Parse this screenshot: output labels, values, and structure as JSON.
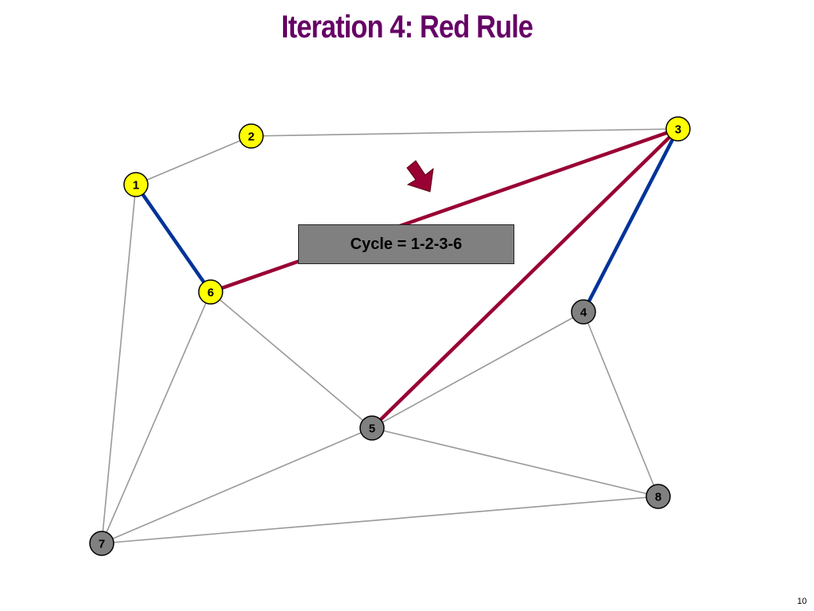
{
  "slide": {
    "title": "Iteration 4:  Red Rule",
    "cycle_label": "Cycle = 1-2-3-6",
    "page_number": "10"
  },
  "colors": {
    "title": "#660066",
    "red_edge": "#990033",
    "blue_edge": "#003399",
    "gray_edge": "#999999",
    "yellow_node": "#ffff00",
    "gray_node": "#808080",
    "arrow": "#990033"
  },
  "graph": {
    "nodes": [
      {
        "id": "1",
        "label": "1",
        "color": "yellow"
      },
      {
        "id": "2",
        "label": "2",
        "color": "yellow"
      },
      {
        "id": "3",
        "label": "3",
        "color": "yellow"
      },
      {
        "id": "4",
        "label": "4",
        "color": "gray"
      },
      {
        "id": "5",
        "label": "5",
        "color": "gray"
      },
      {
        "id": "6",
        "label": "6",
        "color": "yellow"
      },
      {
        "id": "7",
        "label": "7",
        "color": "gray"
      },
      {
        "id": "8",
        "label": "8",
        "color": "gray"
      }
    ],
    "edges": [
      {
        "from": "1",
        "to": "2",
        "style": "gray"
      },
      {
        "from": "2",
        "to": "3",
        "style": "gray"
      },
      {
        "from": "1",
        "to": "7",
        "style": "gray"
      },
      {
        "from": "6",
        "to": "7",
        "style": "gray"
      },
      {
        "from": "6",
        "to": "5",
        "style": "gray"
      },
      {
        "from": "5",
        "to": "4",
        "style": "gray"
      },
      {
        "from": "5",
        "to": "7",
        "style": "gray"
      },
      {
        "from": "5",
        "to": "8",
        "style": "gray"
      },
      {
        "from": "4",
        "to": "8",
        "style": "gray"
      },
      {
        "from": "7",
        "to": "8",
        "style": "gray"
      },
      {
        "from": "1",
        "to": "6",
        "style": "blue"
      },
      {
        "from": "3",
        "to": "4",
        "style": "blue"
      },
      {
        "from": "6",
        "to": "3",
        "style": "red"
      },
      {
        "from": "3",
        "to": "5",
        "style": "red"
      }
    ]
  }
}
